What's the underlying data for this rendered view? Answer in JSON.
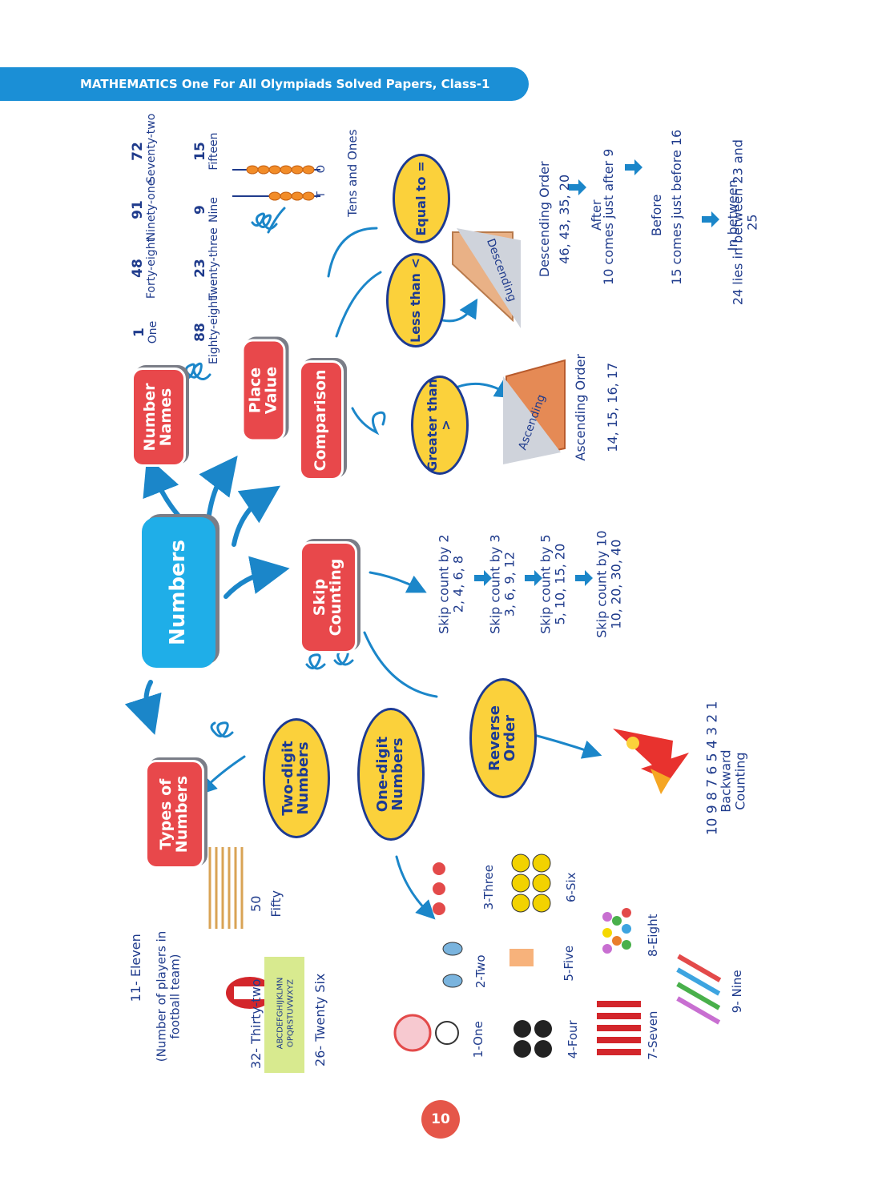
{
  "header": {
    "title": "MATHEMATICS One For All Olympiads Solved Papers, Class-1"
  },
  "page_number": "10",
  "nodes": {
    "numbers": "Numbers",
    "number_names": "Number Names",
    "place_value": "Place Value",
    "comparison": "Comparison",
    "skip_counting": "Skip Counting",
    "types_of_numbers": "Types of Numbers",
    "two_digit": "Two-digit Numbers",
    "one_digit": "One-digit Numbers",
    "reverse_order": "Reverse Order",
    "greater_than": "Greater than >",
    "less_than": "Less than <",
    "equal_to": "Equal to ="
  },
  "number_names": [
    {
      "num": "1",
      "name": "One"
    },
    {
      "num": "48",
      "name": "Forty-eight"
    },
    {
      "num": "91",
      "name": "Ninety-one"
    },
    {
      "num": "72",
      "name": "Seventy-two"
    },
    {
      "num": "88",
      "name": "Eighty-eight"
    },
    {
      "num": "23",
      "name": "Twenty-three"
    },
    {
      "num": "9",
      "name": "Nine"
    },
    {
      "num": "15",
      "name": "Fifteen"
    }
  ],
  "place_value": {
    "tens_label": "T",
    "ones_label": "O",
    "caption": "Tens and Ones"
  },
  "comparison": {
    "descending_label": "Descending",
    "ascending_label": "Ascending",
    "descending_title": "Descending Order",
    "descending_values": "46, 43, 35, 20",
    "ascending_title": "Ascending Order",
    "ascending_values": "14, 15, 16, 17",
    "after_label": "After",
    "after_text": "10 comes just after 9",
    "before_label": "Before",
    "before_text": "15 comes just before 16",
    "between_label": "In between",
    "between_text": "24 lies in between 23 and 25"
  },
  "skip_counting": [
    {
      "title": "Skip count by 2",
      "values": "2, 4, 6, 8"
    },
    {
      "title": "Skip count by 3",
      "values": "3, 6, 9, 12"
    },
    {
      "title": "Skip count by 5",
      "values": "5, 10, 15, 20"
    },
    {
      "title": "Skip count by 10",
      "values": "10, 20, 30, 40"
    }
  ],
  "reverse_order": {
    "sequence": "10 9 8 7 6 5 4 3 2 1",
    "caption": "Backward Counting"
  },
  "types": {
    "eleven": "11- Eleven",
    "eleven_note": "(Number of players in football team)",
    "thirty_two": "32- Thirty-two",
    "alphabet_1": "ABCDEFGHIJKLMN",
    "alphabet_2": "OPQRSTUVWXYZ",
    "twenty_six": "26- Twenty Six",
    "fifty_num": "50",
    "fifty_name": "Fifty"
  },
  "one_digit": [
    {
      "label": "1-One"
    },
    {
      "label": "2-Two"
    },
    {
      "label": "3-Three"
    },
    {
      "label": "4-Four"
    },
    {
      "label": "5-Five"
    },
    {
      "label": "6-Six"
    },
    {
      "label": "7-Seven"
    },
    {
      "label": "8-Eight"
    },
    {
      "label": "9- Nine"
    }
  ],
  "colors": {
    "header": "#1b8fd6",
    "red_node": "#e8484b",
    "blue_node": "#1faee8",
    "yellow_node": "#fbd13b",
    "ink": "#1f3b8c"
  }
}
